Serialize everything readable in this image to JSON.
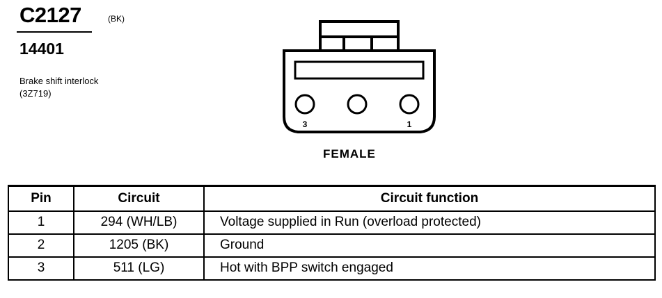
{
  "connector": {
    "id": "C2127",
    "color_code": "(BK)",
    "part_number": "14401",
    "description": "Brake shift interlock",
    "location_code": "(3Z719)",
    "view_label": "FEMALE",
    "pin_labels": {
      "left": "3",
      "right": "1"
    }
  },
  "table": {
    "headers": [
      "Pin",
      "Circuit",
      "Circuit function"
    ],
    "rows": [
      {
        "pin": "1",
        "circuit": "294 (WH/LB)",
        "function": "Voltage supplied in Run (overload protected)"
      },
      {
        "pin": "2",
        "circuit": "1205 (BK)",
        "function": "Ground"
      },
      {
        "pin": "3",
        "circuit": "511 (LG)",
        "function": "Hot with BPP switch engaged"
      }
    ]
  }
}
